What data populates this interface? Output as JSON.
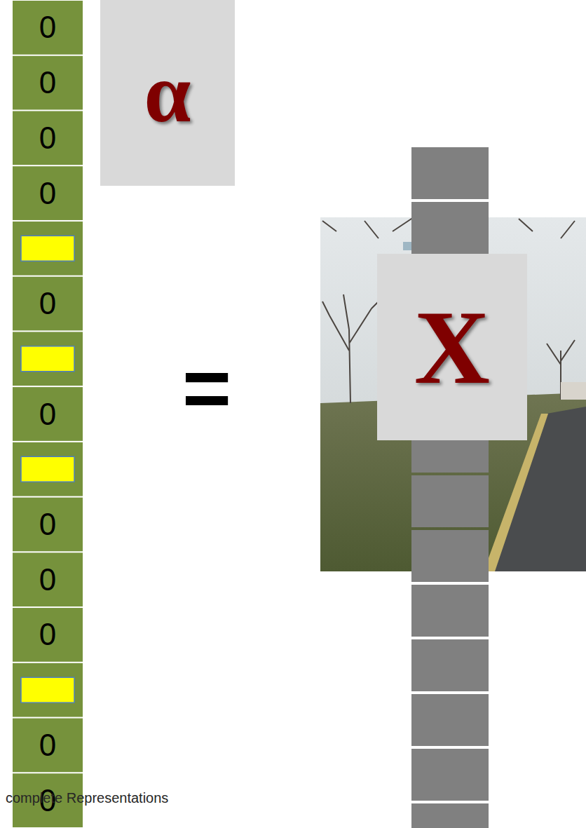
{
  "diagram": {
    "nodes": [
      {
        "text": [
          "α"
        ]
      },
      {
        "text": [
          "X"
        ]
      }
    ],
    "labels": [
      "0",
      "0",
      "0",
      "0",
      "0",
      "0",
      "0",
      "0",
      "0",
      "0",
      "0",
      "=",
      "complete Representations"
    ]
  }
}
